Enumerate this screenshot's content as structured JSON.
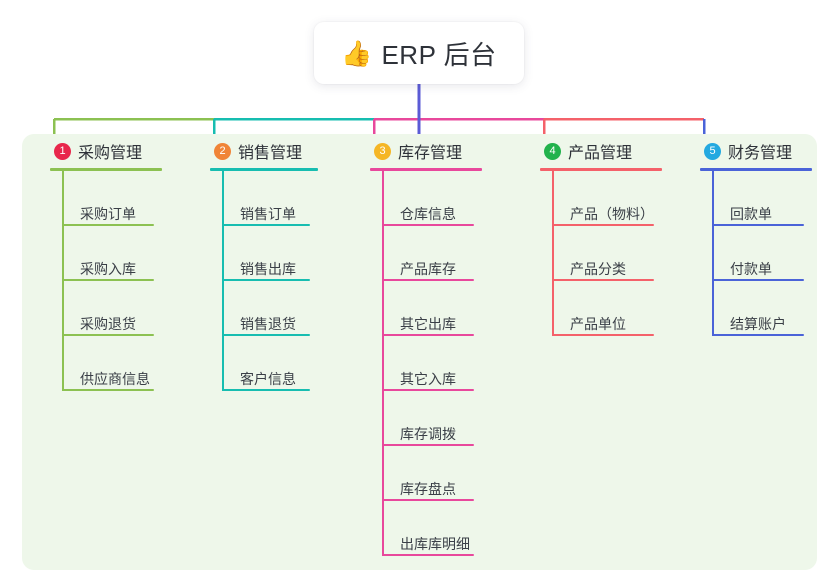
{
  "root": {
    "emoji": "👍",
    "emoji_name": "thumbs-up-icon",
    "title": "ERP 后台"
  },
  "theme": {
    "panel_bg": "#eef7ea",
    "page_bg": "#ffffff",
    "root_trunk_color": "#5b5bd6",
    "text_color": "#2e3239"
  },
  "columns": [
    {
      "index": "1",
      "title": "采购管理",
      "badge_color": "#e8274b",
      "line_color": "#8cc152",
      "items": [
        {
          "label": "采购订单"
        },
        {
          "label": "采购入库"
        },
        {
          "label": "采购退货"
        },
        {
          "label": "供应商信息"
        }
      ]
    },
    {
      "index": "2",
      "title": "销售管理",
      "badge_color": "#f08437",
      "line_color": "#17bdb0",
      "items": [
        {
          "label": "销售订单"
        },
        {
          "label": "销售出库"
        },
        {
          "label": "销售退货"
        },
        {
          "label": "客户信息"
        }
      ]
    },
    {
      "index": "3",
      "title": "库存管理",
      "badge_color": "#f5b625",
      "line_color": "#e8489c",
      "items": [
        {
          "label": "仓库信息"
        },
        {
          "label": "产品库存"
        },
        {
          "label": "其它出库"
        },
        {
          "label": "其它入库"
        },
        {
          "label": "库存调拨"
        },
        {
          "label": "库存盘点"
        },
        {
          "label": "出库库明细"
        }
      ]
    },
    {
      "index": "4",
      "title": "产品管理",
      "badge_color": "#22b24c",
      "line_color": "#f4616a",
      "items": [
        {
          "label": "产品（物料）"
        },
        {
          "label": "产品分类"
        },
        {
          "label": "产品单位"
        }
      ]
    },
    {
      "index": "5",
      "title": "财务管理",
      "badge_color": "#24a9e0",
      "line_color": "#4a63d8",
      "items": [
        {
          "label": "回款单"
        },
        {
          "label": "付款单"
        },
        {
          "label": "结算账户"
        }
      ]
    }
  ]
}
